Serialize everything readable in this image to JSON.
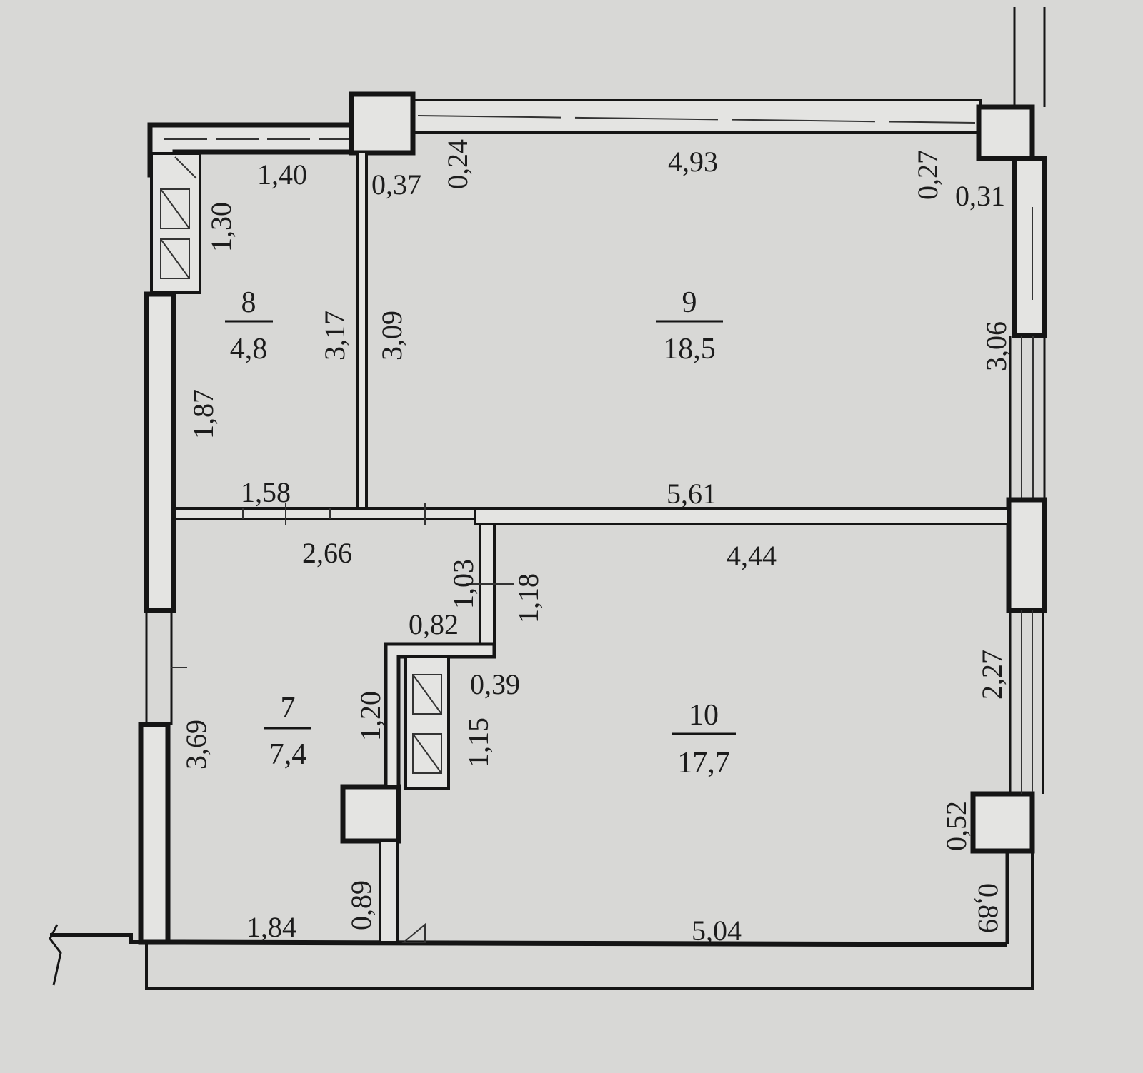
{
  "rooms": [
    {
      "number": "8",
      "area": "4,8"
    },
    {
      "number": "9",
      "area": "18,5"
    },
    {
      "number": "7",
      "area": "7,4"
    },
    {
      "number": "10",
      "area": "17,7"
    }
  ],
  "dimensions": {
    "d_1_40": "1,40",
    "d_0_37": "0,37",
    "d_0_24": "0,24",
    "d_4_93": "4,93",
    "d_0_27": "0,27",
    "d_0_31": "0,31",
    "d_1_30": "1,30",
    "d_3_17": "3,17",
    "d_3_09": "3,09",
    "d_3_06": "3,06",
    "d_1_87": "1,87",
    "d_1_58": "1,58",
    "d_5_61": "5,61",
    "d_2_66": "2,66",
    "d_4_44": "4,44",
    "d_1_03": "1,03",
    "d_1_18": "1,18",
    "d_0_82": "0,82",
    "d_0_39": "0,39",
    "d_2_27": "2,27",
    "d_1_20": "1,20",
    "d_1_15": "1,15",
    "d_3_69": "3,69",
    "d_0_52": "0,52",
    "d_0_89_left": "0,89",
    "d_0_89_right": "0,89",
    "d_1_84": "1,84",
    "d_5_04": "5,04"
  }
}
